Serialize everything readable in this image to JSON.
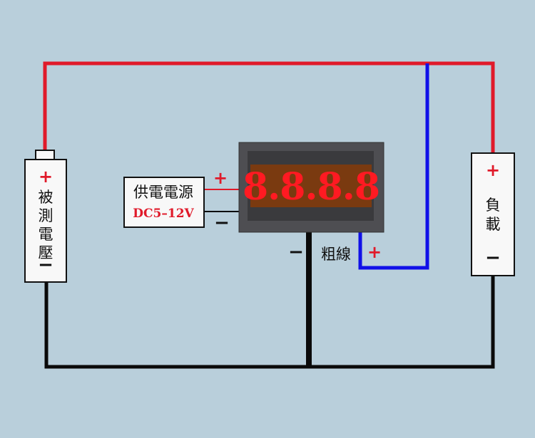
{
  "colors": {
    "background": "#b9cfdb",
    "red_wire": "#e01a2a",
    "blue_wire": "#1010e8",
    "black_wire": "#0a0a0a",
    "meter_bezel": "#4e4e52",
    "meter_display": "#7a3a10",
    "segment_digits": "#ff1a22"
  },
  "measured_voltage": {
    "positive_sign": "+",
    "label_lines": [
      "被",
      "測",
      "電",
      "壓"
    ],
    "negative_sign": "−"
  },
  "power_supply": {
    "label": "供電電源",
    "spec": "DC5–12V",
    "positive_sign": "+",
    "negative_sign": "−"
  },
  "meter": {
    "display_text": "8.8.8.8",
    "negative_sign": "−",
    "thick_wire_label": "粗線",
    "positive_sign": "+"
  },
  "load": {
    "positive_sign": "+",
    "label_lines": [
      "負",
      "載"
    ],
    "negative_sign": "−"
  }
}
